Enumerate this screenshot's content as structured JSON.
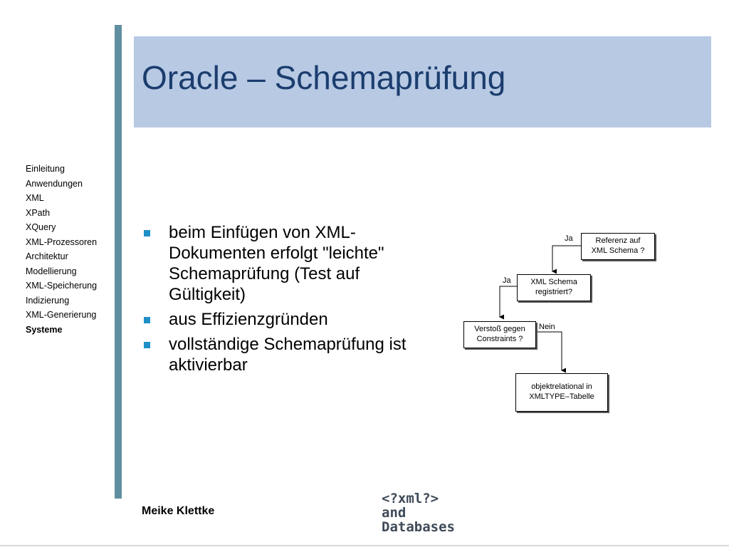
{
  "slide": {
    "title": "Oracle – Schemaprüfung",
    "author": "Meike Klettke"
  },
  "nav": {
    "items": [
      {
        "label": "Einleitung"
      },
      {
        "label": "Anwendungen"
      },
      {
        "label": "XML"
      },
      {
        "label": "XPath"
      },
      {
        "label": "XQuery"
      },
      {
        "label": "XML-Prozessoren"
      },
      {
        "label": "Architektur"
      },
      {
        "label": "Modellierung"
      },
      {
        "label": "XML-Speicherung"
      },
      {
        "label": "Indizierung"
      },
      {
        "label": "XML-Generierung"
      },
      {
        "label": "Systeme",
        "current": true
      }
    ]
  },
  "bullets": [
    "beim Einfügen von XML-Dokumenten erfolgt \"leichte\" Schemaprüfung (Test auf Gültigkeit)",
    "aus Effizienzgründen",
    "vollständige Schemaprüfung ist aktivierbar"
  ],
  "diagram": {
    "box1": {
      "line1": "Referenz auf",
      "line2": "XML Schema ?"
    },
    "box2": {
      "line1": "XML Schema",
      "line2": "registriert?"
    },
    "box3": {
      "line1": "Verstoß gegen",
      "line2": "Constraints ?"
    },
    "box4": {
      "line1": "objektrelational in",
      "line2": "XMLTYPE–Tabelle"
    },
    "label_ja_1": "Ja",
    "label_ja_2": "Ja",
    "label_nein": "Nein"
  },
  "logo": {
    "line1": "<?xml?>",
    "line2": "and",
    "line3": "Databases"
  },
  "colors": {
    "title_band": "#b7c9e3",
    "title_text": "#1b3d6e",
    "vertical_bar": "#5f8fa0",
    "bullet_marker": "#1f8fc8"
  }
}
